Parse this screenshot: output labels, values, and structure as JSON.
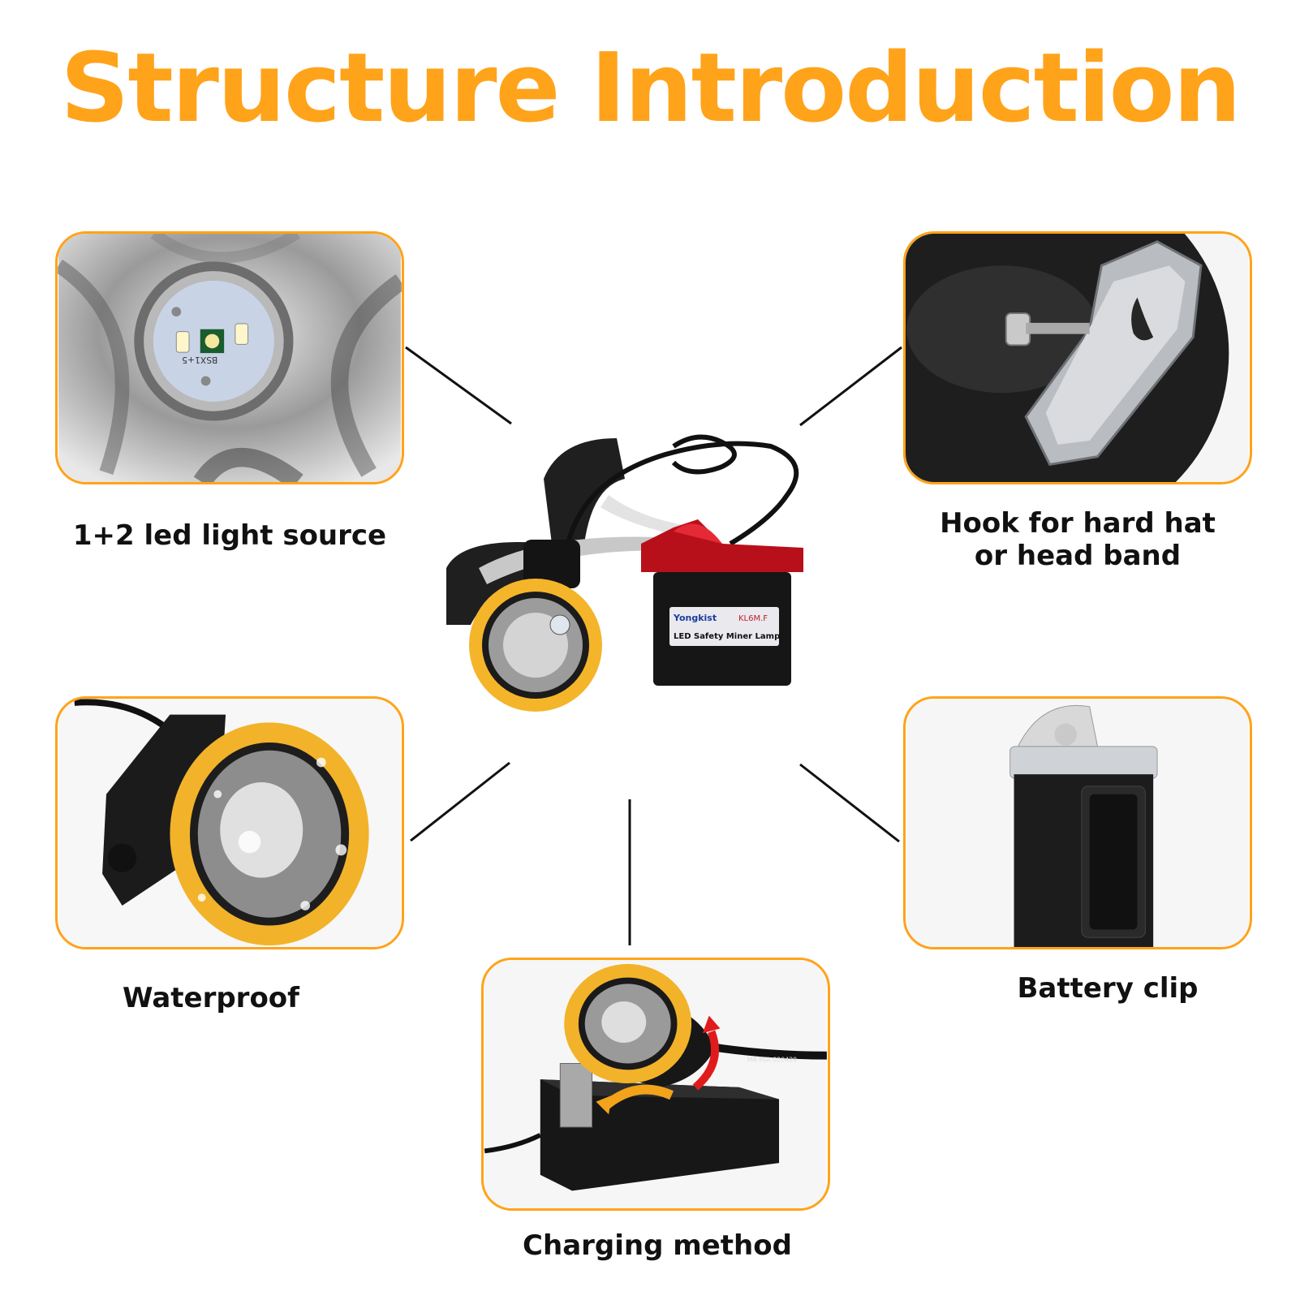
{
  "title": "Structure Introduction",
  "colors": {
    "accent": "#ffa31a",
    "text": "#111111"
  },
  "features": [
    {
      "id": "light-source",
      "label": "1+2 led light source",
      "icon": "led-reflector-closeup"
    },
    {
      "id": "hook",
      "label_lines": [
        "Hook for hard hat",
        "or head band"
      ],
      "icon": "metal-hook-clip"
    },
    {
      "id": "waterproof",
      "label": "Waterproof",
      "icon": "water-droplets-lamp-head"
    },
    {
      "id": "battery-clip",
      "label": "Battery clip",
      "icon": "battery-with-belt-clip"
    },
    {
      "id": "charging",
      "label": "Charging method",
      "icon": "lamp-on-charger"
    }
  ],
  "led_board": {
    "marking": "BSX1+5"
  },
  "product": {
    "brand": "Yongkist",
    "model": "KL6M.F",
    "name": "LED Safety Miner Lamp"
  },
  "charger": {
    "cable_marking": "MA  MIA 020420"
  }
}
